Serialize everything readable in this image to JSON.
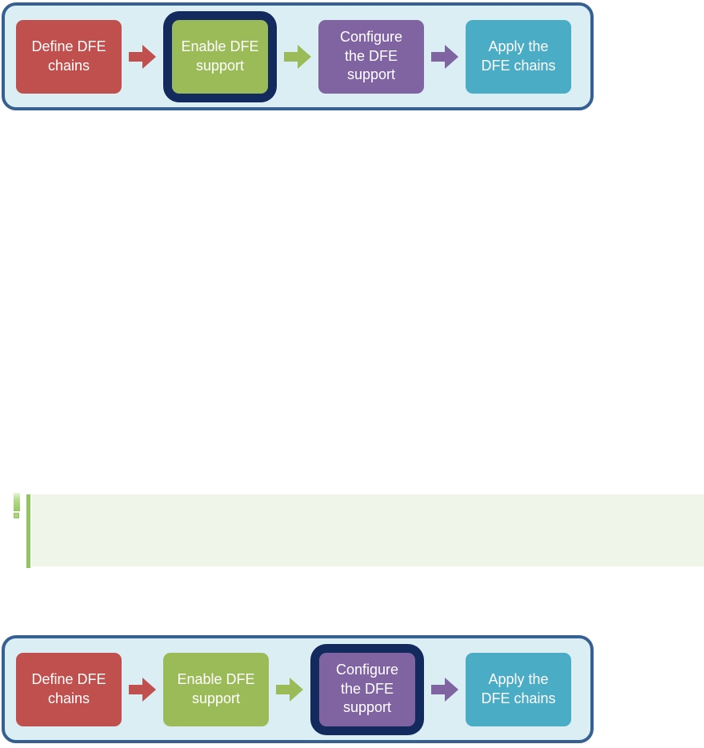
{
  "colors": {
    "container_bg": "#DAEEF3",
    "container_border": "#376092",
    "highlight_border": "#122A5E",
    "step_red": "#C0504D",
    "step_green": "#9BBB59",
    "step_purple": "#8064A2",
    "step_teal": "#4BACC6",
    "note_bg": "#EFF5E8",
    "note_bar": "#8FC75E"
  },
  "flow_top": {
    "steps": [
      {
        "label": "Define DFE\nchains",
        "color": "#C0504D",
        "highlighted": false
      },
      {
        "label": "Enable DFE\nsupport",
        "color": "#9BBB59",
        "highlighted": true
      },
      {
        "label": "Configure\nthe DFE\nsupport",
        "color": "#8064A2",
        "highlighted": false
      },
      {
        "label": "Apply the\nDFE chains",
        "color": "#4BACC6",
        "highlighted": false
      }
    ],
    "arrows": [
      {
        "name": "arrow-right-red",
        "color": "#C0504D"
      },
      {
        "name": "arrow-right-green",
        "color": "#9BBB59"
      },
      {
        "name": "arrow-right-purple",
        "color": "#8064A2"
      }
    ]
  },
  "flow_bottom": {
    "steps": [
      {
        "label": "Define DFE\nchains",
        "color": "#C0504D",
        "highlighted": false
      },
      {
        "label": "Enable DFE\nsupport",
        "color": "#9BBB59",
        "highlighted": false
      },
      {
        "label": "Configure\nthe DFE\nsupport",
        "color": "#8064A2",
        "highlighted": true
      },
      {
        "label": "Apply the\nDFE chains",
        "color": "#4BACC6",
        "highlighted": false
      }
    ],
    "arrows": [
      {
        "name": "arrow-right-red",
        "color": "#C0504D"
      },
      {
        "name": "arrow-right-green",
        "color": "#9BBB59"
      },
      {
        "name": "arrow-right-purple",
        "color": "#8064A2"
      }
    ]
  },
  "note": {
    "icon": "exclamation-icon",
    "text": ""
  }
}
